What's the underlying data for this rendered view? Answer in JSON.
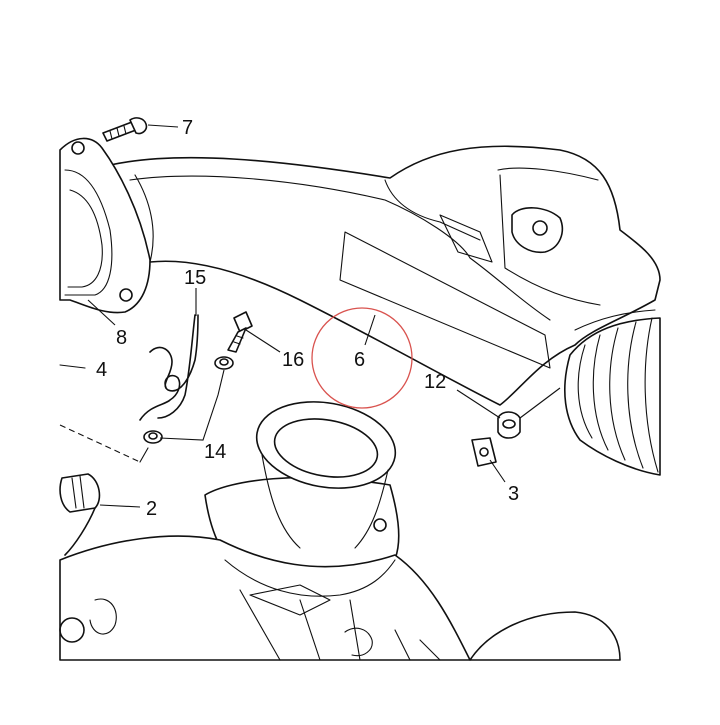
{
  "diagram": {
    "callouts": [
      {
        "id": "7",
        "label": "7"
      },
      {
        "id": "8",
        "label": "8"
      },
      {
        "id": "4",
        "label": "4"
      },
      {
        "id": "15",
        "label": "15"
      },
      {
        "id": "16",
        "label": "16"
      },
      {
        "id": "6",
        "label": "6"
      },
      {
        "id": "12",
        "label": "12"
      },
      {
        "id": "14",
        "label": "14"
      },
      {
        "id": "3",
        "label": "3"
      },
      {
        "id": "2",
        "label": "2"
      }
    ],
    "highlight": {
      "target": "6",
      "color": "#d9534f"
    }
  }
}
